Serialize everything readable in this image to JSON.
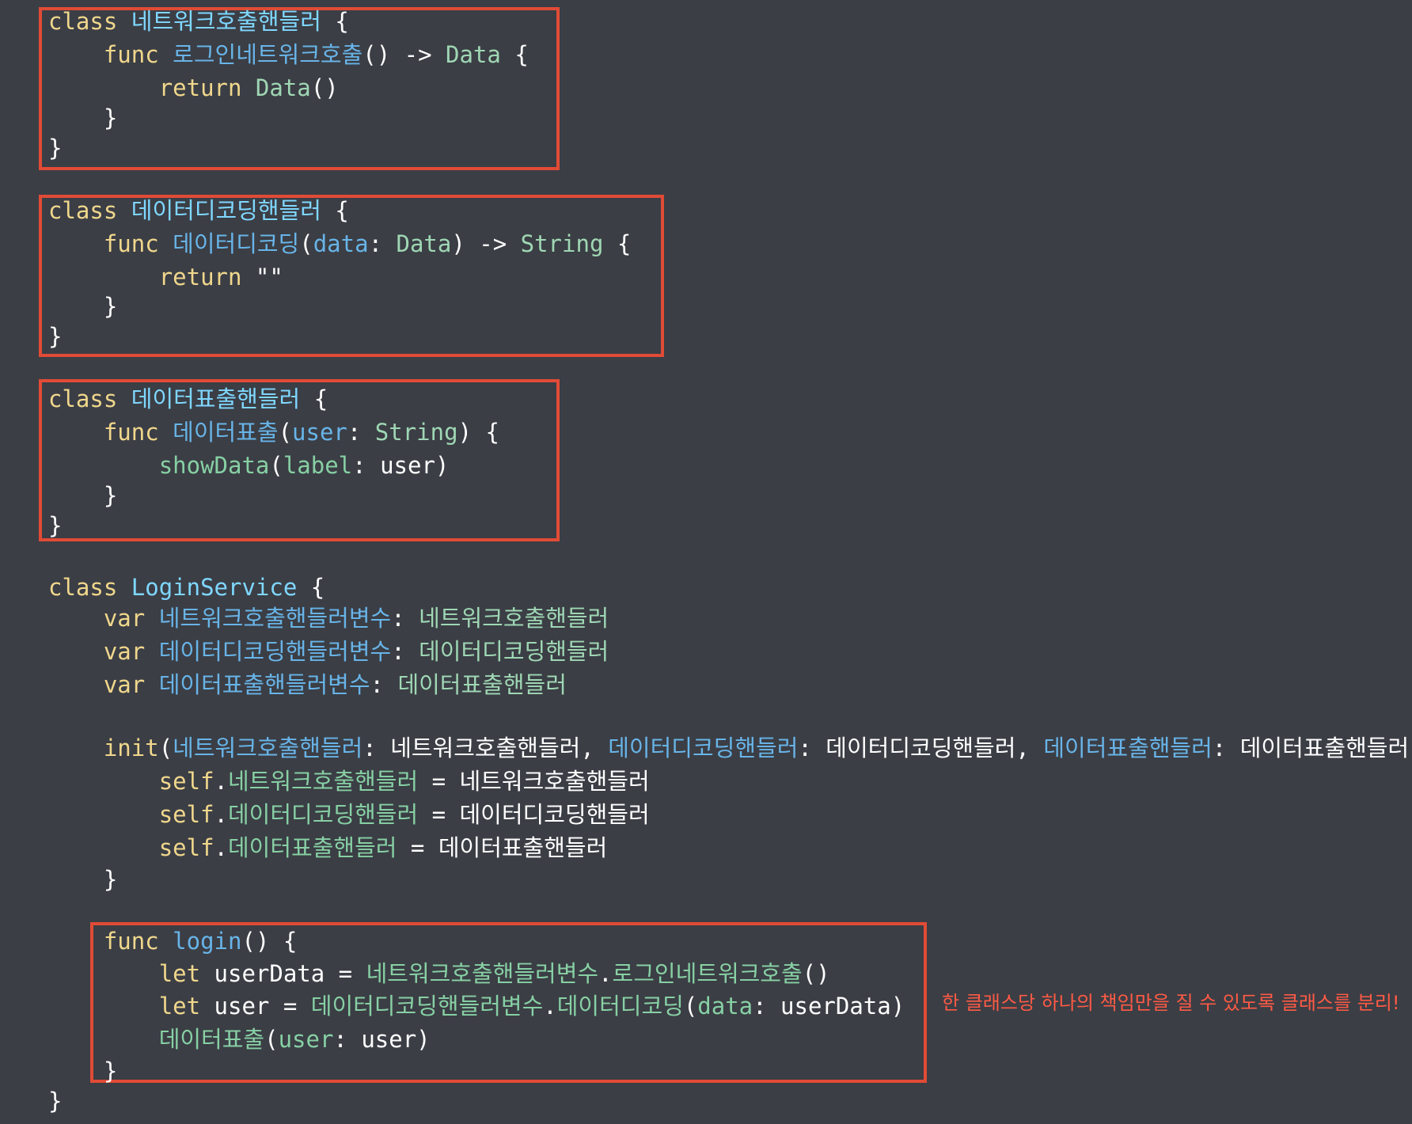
{
  "colors": {
    "background": "#3b3e45",
    "keyword": "#f0d78c",
    "type_name": "#7fd7ff",
    "type_ref": "#9fd7b4",
    "function_name": "#68b4e8",
    "method_call": "#87d0a4",
    "plain": "#ffffff",
    "highlight_border": "#e14b36",
    "annotation": "#ff5a45"
  },
  "code": {
    "lines": [
      [
        {
          "t": "class",
          "c": "kw"
        },
        {
          "t": " "
        },
        {
          "t": "네트워크호출핸들러",
          "c": "ty"
        },
        {
          "t": " {"
        }
      ],
      [
        {
          "t": "    "
        },
        {
          "t": "func",
          "c": "kw"
        },
        {
          "t": " "
        },
        {
          "t": "로그인네트워크호출",
          "c": "fn"
        },
        {
          "t": "() -> "
        },
        {
          "t": "Data",
          "c": "ty2"
        },
        {
          "t": " {"
        }
      ],
      [
        {
          "t": "        "
        },
        {
          "t": "return",
          "c": "kw"
        },
        {
          "t": " "
        },
        {
          "t": "Data",
          "c": "ty2"
        },
        {
          "t": "()"
        }
      ],
      [
        {
          "t": "    }"
        }
      ],
      [
        {
          "t": "}"
        }
      ],
      [
        {
          "t": "class",
          "c": "kw"
        },
        {
          "t": " "
        },
        {
          "t": "데이터디코딩핸들러",
          "c": "ty"
        },
        {
          "t": " {"
        }
      ],
      [
        {
          "t": "    "
        },
        {
          "t": "func",
          "c": "kw"
        },
        {
          "t": " "
        },
        {
          "t": "데이터디코딩",
          "c": "fn"
        },
        {
          "t": "("
        },
        {
          "t": "data",
          "c": "fn"
        },
        {
          "t": ": "
        },
        {
          "t": "Data",
          "c": "ty2"
        },
        {
          "t": ") -> "
        },
        {
          "t": "String",
          "c": "ty2"
        },
        {
          "t": " {"
        }
      ],
      [
        {
          "t": "        "
        },
        {
          "t": "return",
          "c": "kw"
        },
        {
          "t": " "
        },
        {
          "t": "\"\"",
          "c": "str"
        }
      ],
      [
        {
          "t": "    }"
        }
      ],
      [
        {
          "t": "}"
        }
      ],
      [
        {
          "t": "class",
          "c": "kw"
        },
        {
          "t": " "
        },
        {
          "t": "데이터표출핸들러",
          "c": "ty"
        },
        {
          "t": " {"
        }
      ],
      [
        {
          "t": "    "
        },
        {
          "t": "func",
          "c": "kw"
        },
        {
          "t": " "
        },
        {
          "t": "데이터표출",
          "c": "fn"
        },
        {
          "t": "("
        },
        {
          "t": "user",
          "c": "fn"
        },
        {
          "t": ": "
        },
        {
          "t": "String",
          "c": "ty2"
        },
        {
          "t": ") {"
        }
      ],
      [
        {
          "t": "        "
        },
        {
          "t": "showData",
          "c": "fn2"
        },
        {
          "t": "("
        },
        {
          "t": "label",
          "c": "fn2"
        },
        {
          "t": ": user)"
        }
      ],
      [
        {
          "t": "    }"
        }
      ],
      [
        {
          "t": "}"
        }
      ],
      [
        {
          "t": "class",
          "c": "kw"
        },
        {
          "t": " "
        },
        {
          "t": "LoginService",
          "c": "ty"
        },
        {
          "t": " {"
        }
      ],
      [
        {
          "t": "    "
        },
        {
          "t": "var",
          "c": "kw"
        },
        {
          "t": " "
        },
        {
          "t": "네트워크호출핸들러변수",
          "c": "fn"
        },
        {
          "t": ": "
        },
        {
          "t": "네트워크호출핸들러",
          "c": "ty2"
        }
      ],
      [
        {
          "t": "    "
        },
        {
          "t": "var",
          "c": "kw"
        },
        {
          "t": " "
        },
        {
          "t": "데이터디코딩핸들러변수",
          "c": "fn"
        },
        {
          "t": ": "
        },
        {
          "t": "데이터디코딩핸들러",
          "c": "ty2"
        }
      ],
      [
        {
          "t": "    "
        },
        {
          "t": "var",
          "c": "kw"
        },
        {
          "t": " "
        },
        {
          "t": "데이터표출핸들러변수",
          "c": "fn"
        },
        {
          "t": ": "
        },
        {
          "t": "데이터표출핸들러",
          "c": "ty2"
        }
      ],
      [
        {
          "t": "    "
        },
        {
          "t": "init",
          "c": "kw"
        },
        {
          "t": "("
        },
        {
          "t": "네트워크호출핸들러",
          "c": "fn"
        },
        {
          "t": ": 네트워크호출핸들러, "
        },
        {
          "t": "데이터디코딩핸들러",
          "c": "fn"
        },
        {
          "t": ": 데이터디코딩핸들러, "
        },
        {
          "t": "데이터표출핸들러",
          "c": "fn"
        },
        {
          "t": ": 데이터표출핸들러) {"
        }
      ],
      [
        {
          "t": "        "
        },
        {
          "t": "self",
          "c": "kw"
        },
        {
          "t": "."
        },
        {
          "t": "네트워크호출핸들러",
          "c": "fn2"
        },
        {
          "t": " = 네트워크호출핸들러"
        }
      ],
      [
        {
          "t": "        "
        },
        {
          "t": "self",
          "c": "kw"
        },
        {
          "t": "."
        },
        {
          "t": "데이터디코딩핸들러",
          "c": "fn2"
        },
        {
          "t": " = 데이터디코딩핸들러"
        }
      ],
      [
        {
          "t": "        "
        },
        {
          "t": "self",
          "c": "kw"
        },
        {
          "t": "."
        },
        {
          "t": "데이터표출핸들러",
          "c": "fn2"
        },
        {
          "t": " = 데이터표출핸들러"
        }
      ],
      [
        {
          "t": "    }"
        }
      ],
      [
        {
          "t": "    "
        },
        {
          "t": "func",
          "c": "kw"
        },
        {
          "t": " "
        },
        {
          "t": "login",
          "c": "fn"
        },
        {
          "t": "() {"
        }
      ],
      [
        {
          "t": "        "
        },
        {
          "t": "let",
          "c": "kw"
        },
        {
          "t": " userData = "
        },
        {
          "t": "네트워크호출핸들러변수",
          "c": "fn2"
        },
        {
          "t": "."
        },
        {
          "t": "로그인네트워크호출",
          "c": "fn2"
        },
        {
          "t": "()"
        }
      ],
      [
        {
          "t": "        "
        },
        {
          "t": "let",
          "c": "kw"
        },
        {
          "t": " user = "
        },
        {
          "t": "데이터디코딩핸들러변수",
          "c": "fn2"
        },
        {
          "t": "."
        },
        {
          "t": "데이터디코딩",
          "c": "fn2"
        },
        {
          "t": "("
        },
        {
          "t": "data",
          "c": "fn2"
        },
        {
          "t": ": userData)"
        }
      ],
      [
        {
          "t": "        "
        },
        {
          "t": "데이터표출",
          "c": "fn2"
        },
        {
          "t": "("
        },
        {
          "t": "user",
          "c": "fn2"
        },
        {
          "t": ": user)"
        }
      ],
      [
        {
          "t": "    }"
        }
      ],
      [
        {
          "t": "}"
        }
      ]
    ]
  },
  "annotation": {
    "text": "한 클래스당 하나의 책임만을 질 수 있도록 클래스를 분리!"
  }
}
